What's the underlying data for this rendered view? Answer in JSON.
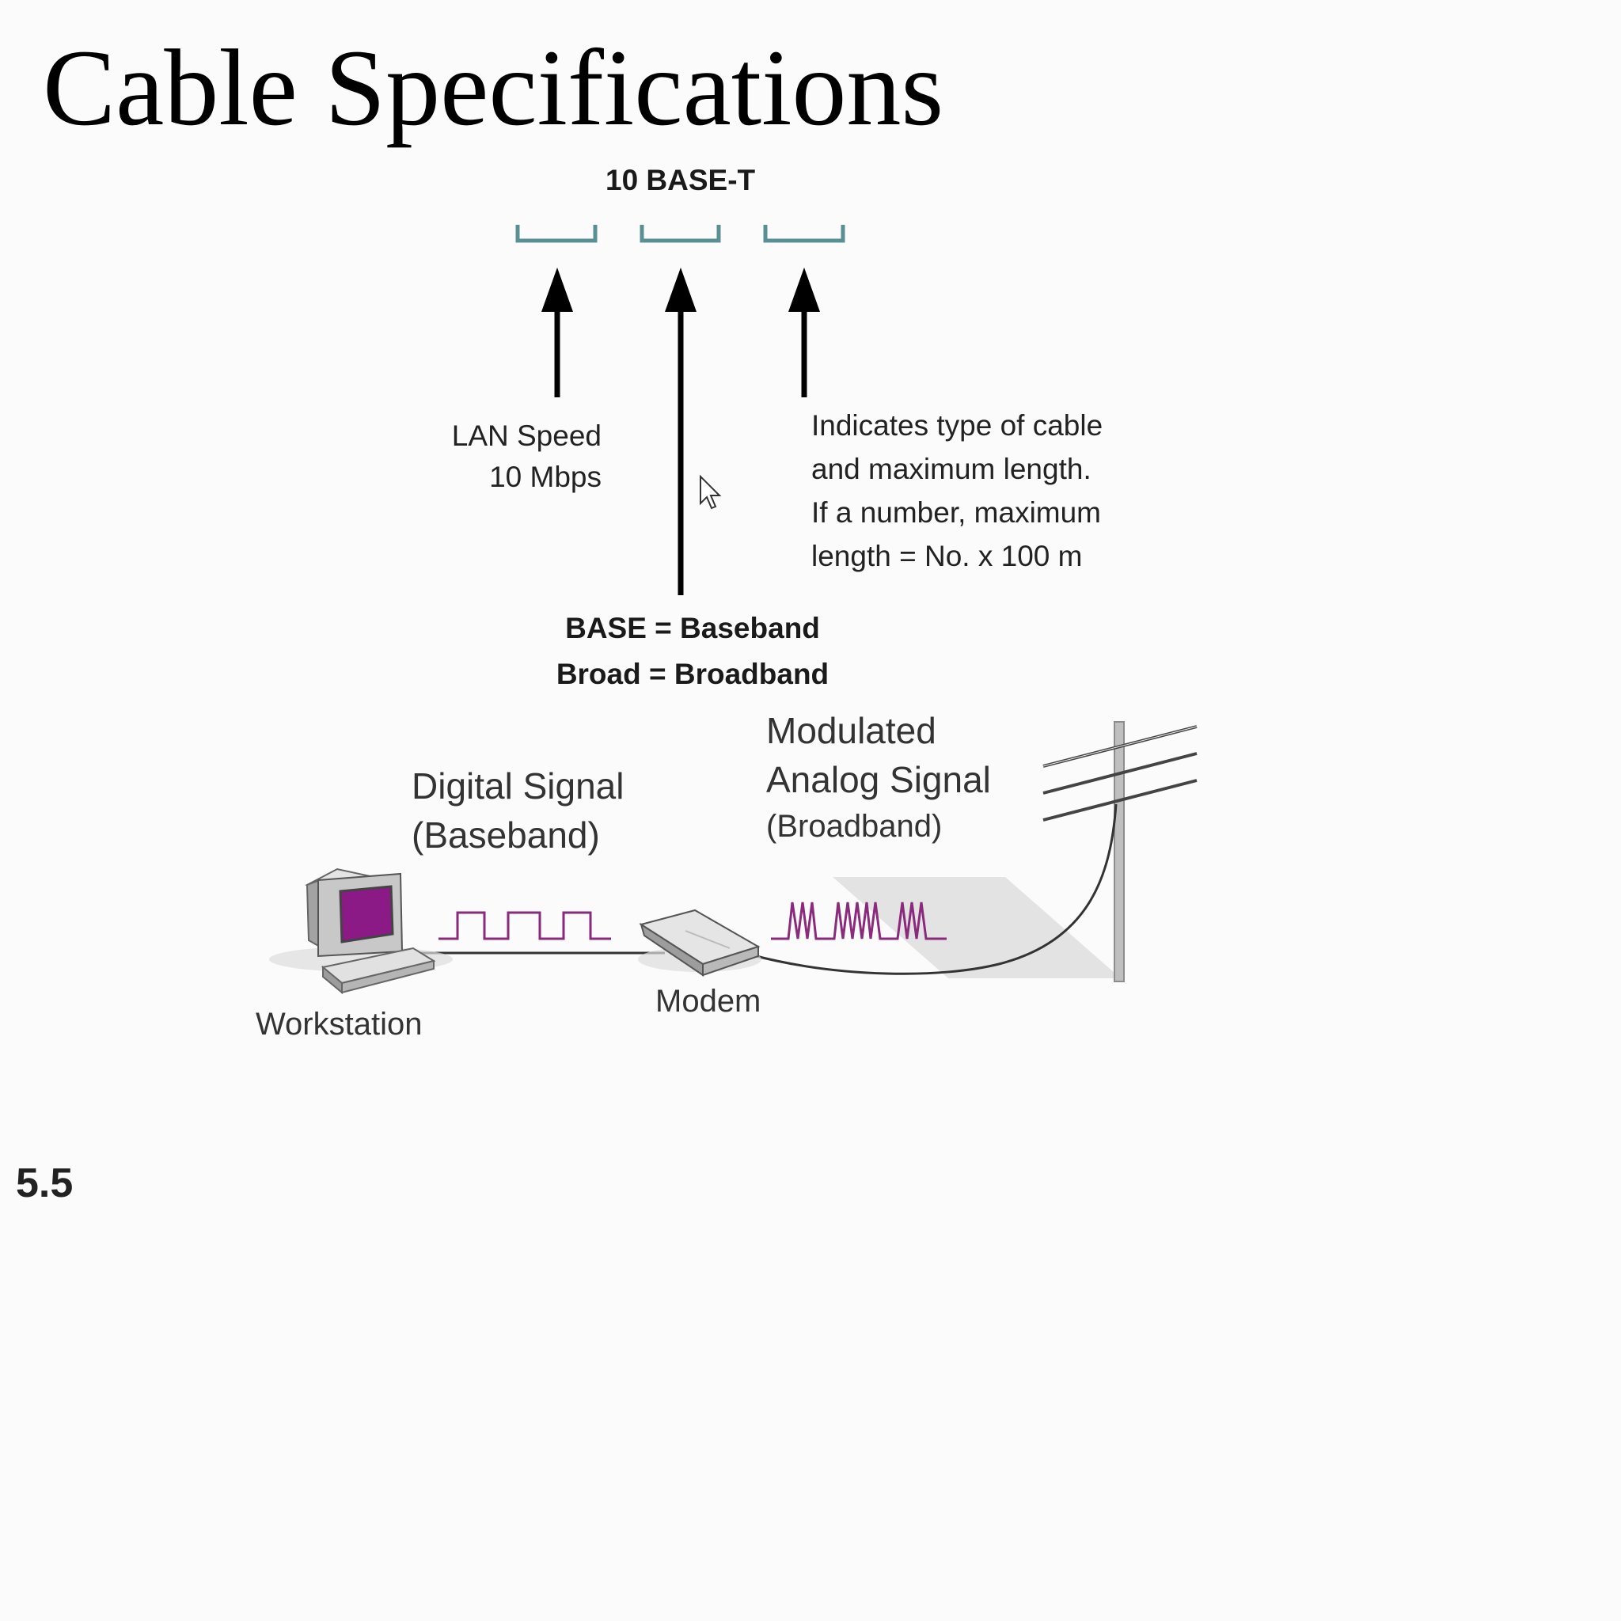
{
  "slide": {
    "title": "Cable Specifications",
    "number": "5.5"
  },
  "code": {
    "label": "10 BASE-T"
  },
  "annotations": {
    "speed_line1": "LAN Speed",
    "speed_line2": "10 Mbps",
    "type_lines": [
      "Indicates type of cable",
      "and maximum length.",
      "If a number, maximum",
      "length = No. x 100 m"
    ],
    "base_line": "BASE = Baseband",
    "broad_line": "Broad = Broadband"
  },
  "illustration": {
    "digital_line1": "Digital Signal",
    "digital_line2": "(Baseband)",
    "analog_line1": "Modulated",
    "analog_line2": "Analog Signal",
    "analog_line3": "(Broadband)",
    "workstation": "Workstation",
    "modem": "Modem"
  },
  "colors": {
    "bracket": "#5a8f93",
    "signal": "#8a2a7c",
    "screen": "#8b1a86",
    "arrow": "#000000"
  },
  "icons": [
    "arrow-up-icon",
    "mouse-cursor-icon",
    "workstation-icon",
    "modem-icon",
    "utility-pole-icon"
  ]
}
